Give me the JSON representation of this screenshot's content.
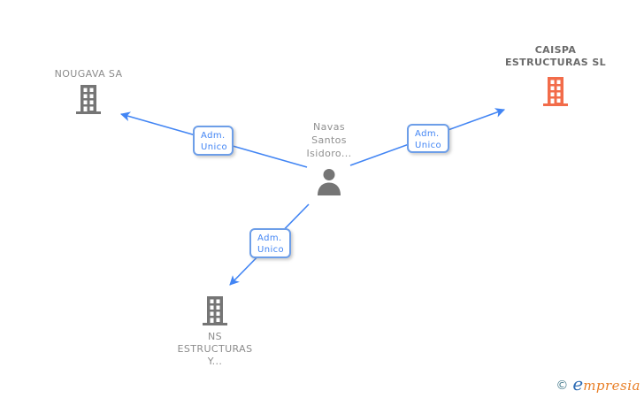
{
  "colors": {
    "edge_blue": "#4285F4",
    "box_border_blue": "#6D9EE8",
    "box_text_blue": "#4285F4",
    "gray_icon": "#757575",
    "gray_text": "#8C8C8C",
    "dark_gray_text": "#6B6B6B",
    "orange_icon": "#F26C4A",
    "logo_copyright_teal": "#4A7D8F",
    "logo_e_blue": "#2D6CB5",
    "logo_rest_orange": "#E87E26"
  },
  "person": {
    "name_lines": [
      "Navas",
      "Santos",
      "Isidoro..."
    ]
  },
  "companies": {
    "nougava": {
      "name": "NOUGAVA SA"
    },
    "caispa": {
      "name_lines": [
        "CAISPA",
        "ESTRUCTURAS SL"
      ]
    },
    "ns": {
      "name_lines": [
        "NS",
        "ESTRUCTURAS",
        "Y..."
      ]
    }
  },
  "relationships": {
    "left": {
      "lines": [
        "Adm.",
        "Unico"
      ]
    },
    "right": {
      "lines": [
        "Adm.",
        "Unico"
      ]
    },
    "bottom": {
      "lines": [
        "Adm.",
        "Unico"
      ]
    }
  },
  "watermark": {
    "copyright": "©",
    "brand_initial": "e",
    "brand_rest": "mpresia"
  }
}
